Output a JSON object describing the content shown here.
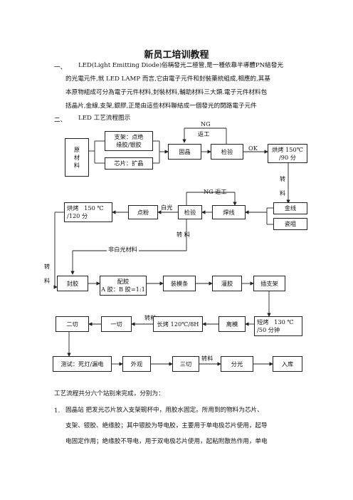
{
  "doc": {
    "title": "新员工培训教程",
    "sec1_num": "一、",
    "sec1_line1": "LED(Light Emitting Diode)俗稱發光二極管,是一種依靠半導體PN結發光",
    "sec1_line2": "的光電元件,就  LED  LAMP  而言,它由電子元件和封裝藥統組成,相應的,其基",
    "sec1_line3": "本原物組成可分為電子元件材料,封裝材料,輔助材料三大類.電子元件材料包",
    "sec1_line4": "括晶片,金線,支架,銀膠,正是由這些材料聯結成一個發光的閉路電子元件",
    "sec2_num": "二、",
    "sec2_title": "LED 工艺流程图示",
    "summary": "工艺流程共分六个站别来完成，分别为：",
    "item1_num": "1.",
    "item1_line1": "固晶站    把发光芯片放入支架碗杯中，用胶水固定。所用到的物料为芯片、",
    "item1_line2": "支架、银胶、绝缘胶；其中银胶为导电胶，主要用于单电极芯片使用，起导",
    "item1_line3": "电固定作用；绝缘胶不导电，用于双电极芯片使用，起粘附散热作用，单电"
  },
  "flow": {
    "raw_material": "原\n材\n料",
    "bracket_glue": "支架：点绝\n缘胶/银胶",
    "chip_expand": "芯片：扩晶",
    "die_bond": "固晶",
    "inspect1": "检验",
    "ok": "OK",
    "bake1": "烘烤 150℃\n/90 分",
    "ng_top": "NG",
    "rework_top": "返工",
    "transfer1": "转\n料",
    "gold_wire": "金线",
    "porcelain": "瓷咀",
    "wire_bond": "焊线",
    "ng_rework": "NG  返工",
    "inspect2": "检验",
    "white_light": "白光",
    "dispense": "点粉",
    "bake2": "烘烤   150 ℃\n/120 分",
    "transfer2": "转  料",
    "non_white": "非白光材料",
    "transfer3": "转\n料",
    "encapsulate": "封胶",
    "mix_glue": "配胶\nA 胶：B 胶=1:1",
    "mold_strip": "装模条",
    "pour_glue": "灌胶",
    "insert_bracket": "插支架",
    "second_cut": "二切",
    "first_cut": "一切",
    "transfer4": "转料",
    "long_bake": "长烤 120℃/8H",
    "demold": "离模",
    "short_bake": "短烤   130 ℃\n/50 分钟",
    "test": "测试：死灯/漏电",
    "appearance": "外观",
    "third_cut": "三切",
    "transfer5": "转料",
    "sorting": "分光",
    "storage": "入库"
  }
}
